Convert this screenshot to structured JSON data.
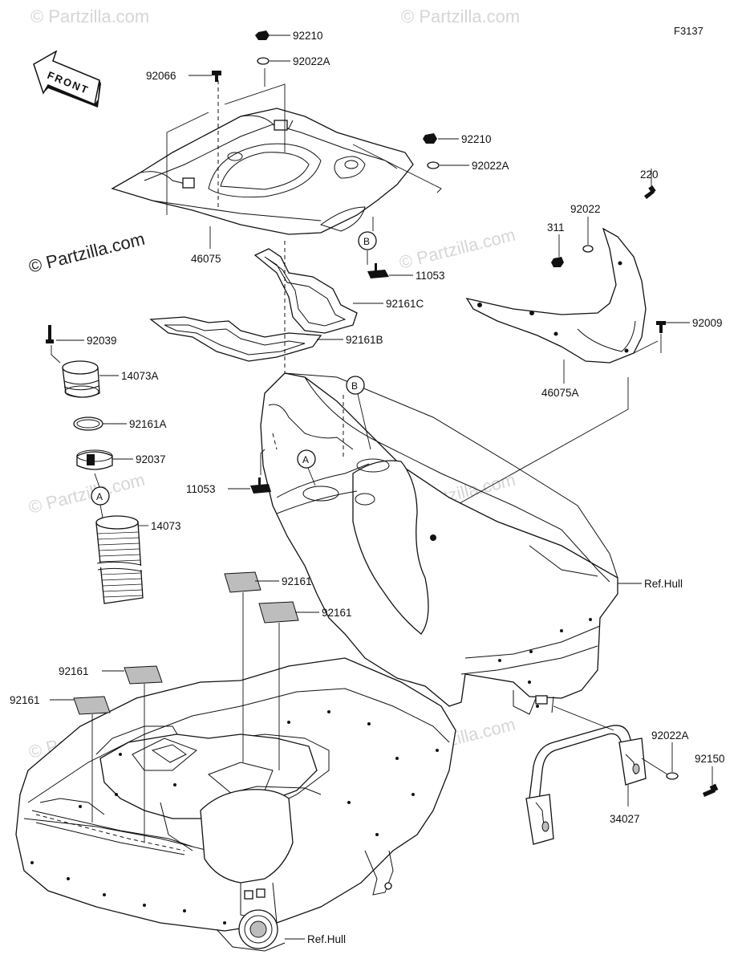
{
  "diagram": {
    "code": "F3137",
    "front_label": "FRONT",
    "copyright": "© Partzilla.com",
    "watermark": "© Partzilla.com",
    "ref_hull_top": "Ref.Hull",
    "ref_hull_bottom": "Ref.Hull",
    "callouts": {
      "c92210a": "92210",
      "c92022a_a": "92022A",
      "c92066": "92066",
      "c92210b": "92210",
      "c92022a_b": "92022A",
      "c46075": "46075",
      "c11053a": "11053",
      "c92161c": "92161C",
      "c92161b": "92161B",
      "c92039": "92039",
      "c14073a": "14073A",
      "c92161a": "92161A",
      "c92037": "92037",
      "c14073": "14073",
      "c11053b": "11053",
      "c220": "220",
      "c92022": "92022",
      "c311": "311",
      "c92009": "92009",
      "c46075a": "46075A",
      "c92161_1": "92161",
      "c92161_2": "92161",
      "c92161_3": "92161",
      "c92161_4": "92161",
      "c92022a_c": "92022A",
      "c92150": "92150",
      "c34027": "34027"
    },
    "markers": {
      "a1": "A",
      "a2": "A",
      "b1": "B",
      "b2": "B"
    }
  }
}
